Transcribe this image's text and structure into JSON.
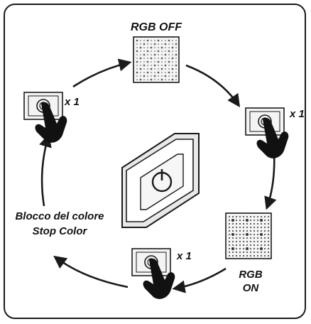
{
  "labels": {
    "rgb_off": "RGB OFF",
    "rgb_on_line1": "RGB",
    "rgb_on_line2": "ON",
    "stop_color_line1": "Blocco del colore",
    "stop_color_line2": "Stop Color",
    "press_count": "x 1"
  },
  "icons": [
    "switch-panel-icon",
    "hand-pointer-icon",
    "led-grid-off-icon",
    "led-grid-on-icon",
    "power-device-icon",
    "cycle-arrow-icon"
  ],
  "colors": {
    "stroke": "#1a1a1a",
    "panel_fill": "#f4f4f4",
    "dot": "#333333"
  }
}
